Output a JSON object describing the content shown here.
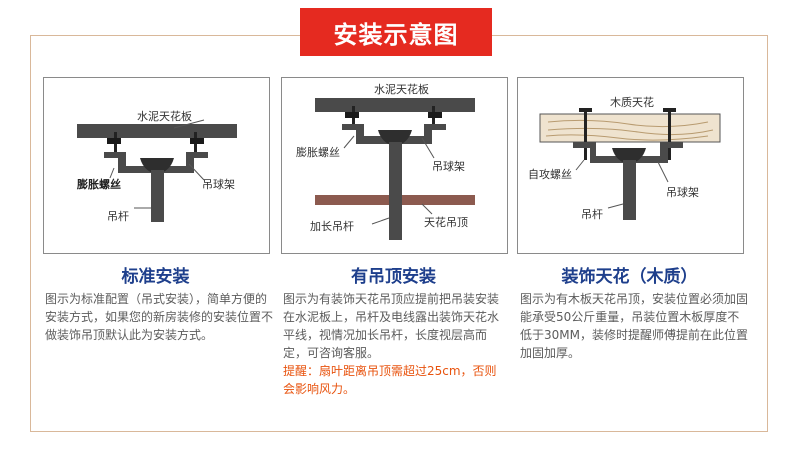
{
  "title": "安装示意图",
  "panels": [
    {
      "heading": "标准安装",
      "labels": {
        "ceiling": "水泥天花板",
        "bolt": "膨胀螺丝",
        "bracket": "吊球架",
        "rod": "吊杆"
      },
      "desc": "图示为标准配置（吊式安装），简单方便的安装方式，如果您的新房装修的安装位置不做装饰吊顶默认此为安装方式。"
    },
    {
      "heading": "有吊顶安装",
      "labels": {
        "ceiling": "水泥天花板",
        "bolt": "膨胀螺丝",
        "bracket": "吊球架",
        "rod": "加长吊杆",
        "false_ceiling": "天花吊顶"
      },
      "desc": "图示为有装饰天花吊顶应提前把吊装安装在水泥板上，吊杆及电线露出装饰天花水平线，视情况加长吊杆，长度视层高而定，可咨询客服。",
      "warning": "提醒：扇叶距离吊顶需超过25cm，否则会影响风力。"
    },
    {
      "heading": "装饰天花（木质）",
      "labels": {
        "ceiling": "木质天花",
        "bolt": "自攻螺丝",
        "bracket": "吊球架",
        "rod": "吊杆"
      },
      "desc": "图示为有木板天花吊顶，安装位置必须加固能承受50公斤重量，吊装位置木板厚度不低于30MM，装修时提醒师傅提前在此位置加固加厚。"
    }
  ],
  "colors": {
    "title_bg": "#e52a20",
    "heading": "#1e3f8c",
    "warning": "#e8530e",
    "frame": "#d9b89a"
  }
}
